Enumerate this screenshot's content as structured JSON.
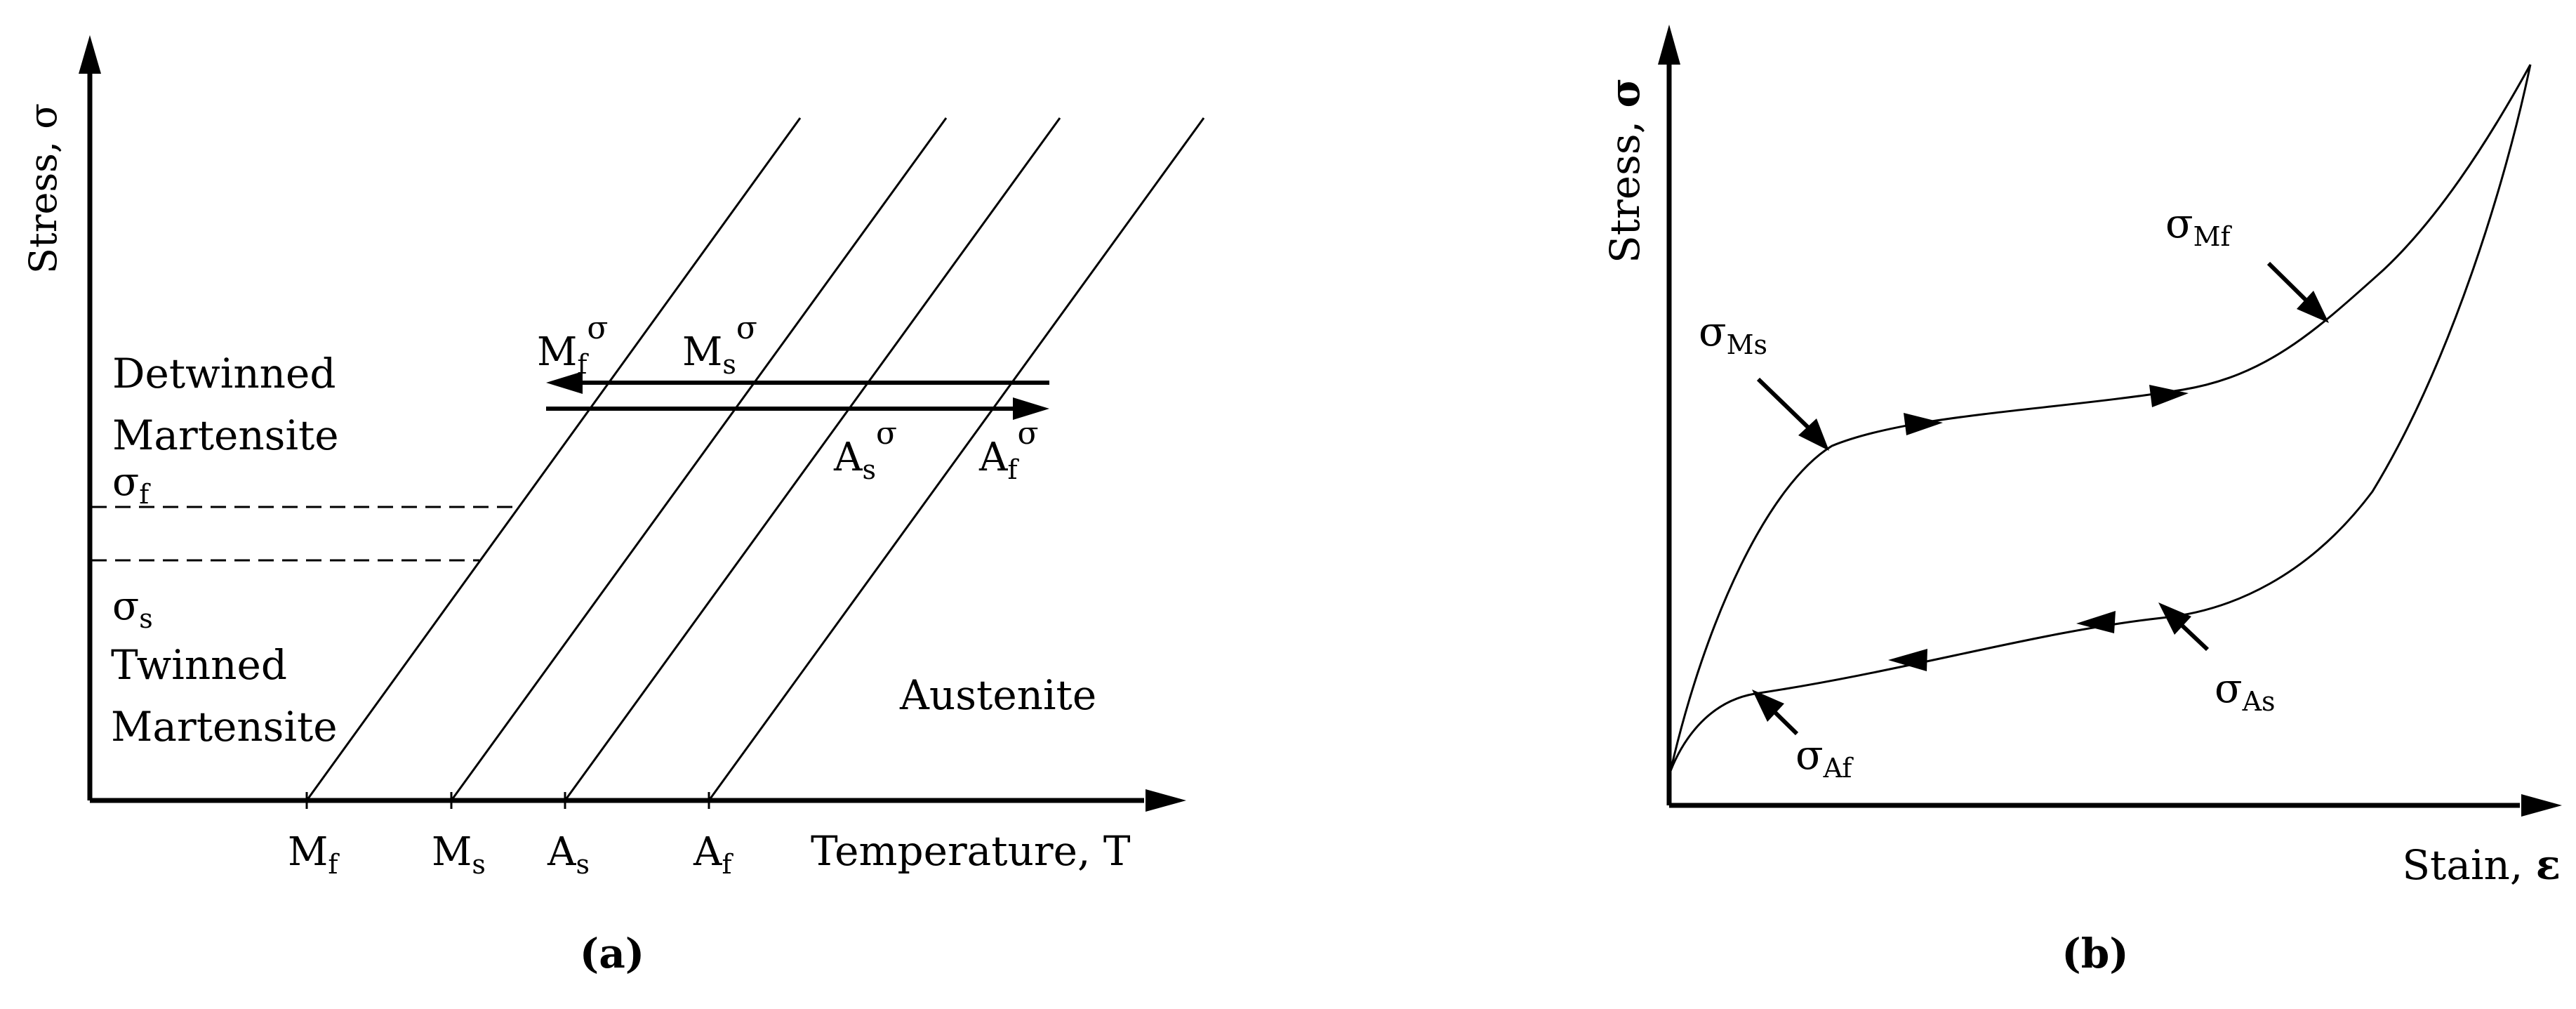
{
  "panel_a": {
    "caption": "(a)",
    "y_axis_label": "Stress, σ",
    "x_axis_label": "Temperature, T",
    "regions": {
      "detwinned_line1": "Detwinned",
      "detwinned_line2": "Martensite",
      "twinned_line1": "Twinned",
      "twinned_line2": "Martensite",
      "austenite": "Austenite"
    },
    "stress_labels": {
      "sigma_f": {
        "main": "σ",
        "sub": "f"
      },
      "sigma_s": {
        "main": "σ",
        "sub": "s"
      }
    },
    "temperature_ticks": [
      {
        "main": "M",
        "sub": "f"
      },
      {
        "main": "M",
        "sub": "s"
      },
      {
        "main": "A",
        "sub": "s"
      },
      {
        "main": "A",
        "sub": "f"
      }
    ],
    "transformation_labels": {
      "mf_sigma": {
        "main": "M",
        "sub": "f",
        "sup": "σ"
      },
      "ms_sigma": {
        "main": "M",
        "sub": "s",
        "sup": "σ"
      },
      "as_sigma": {
        "main": "A",
        "sub": "s",
        "sup": "σ"
      },
      "af_sigma": {
        "main": "A",
        "sub": "f",
        "sup": "σ"
      }
    }
  },
  "panel_b": {
    "caption": "(b)",
    "y_axis_label_text": "Stress, ",
    "y_axis_label_symbol": "σ",
    "x_axis_label_text": "Stain, ",
    "x_axis_label_symbol": "ε",
    "points": {
      "sigma_ms": {
        "main": "σ",
        "sub": "Ms"
      },
      "sigma_mf": {
        "main": "σ",
        "sub": "Mf"
      },
      "sigma_as": {
        "main": "σ",
        "sub": "As"
      },
      "sigma_af": {
        "main": "σ",
        "sub": "Af"
      }
    }
  }
}
